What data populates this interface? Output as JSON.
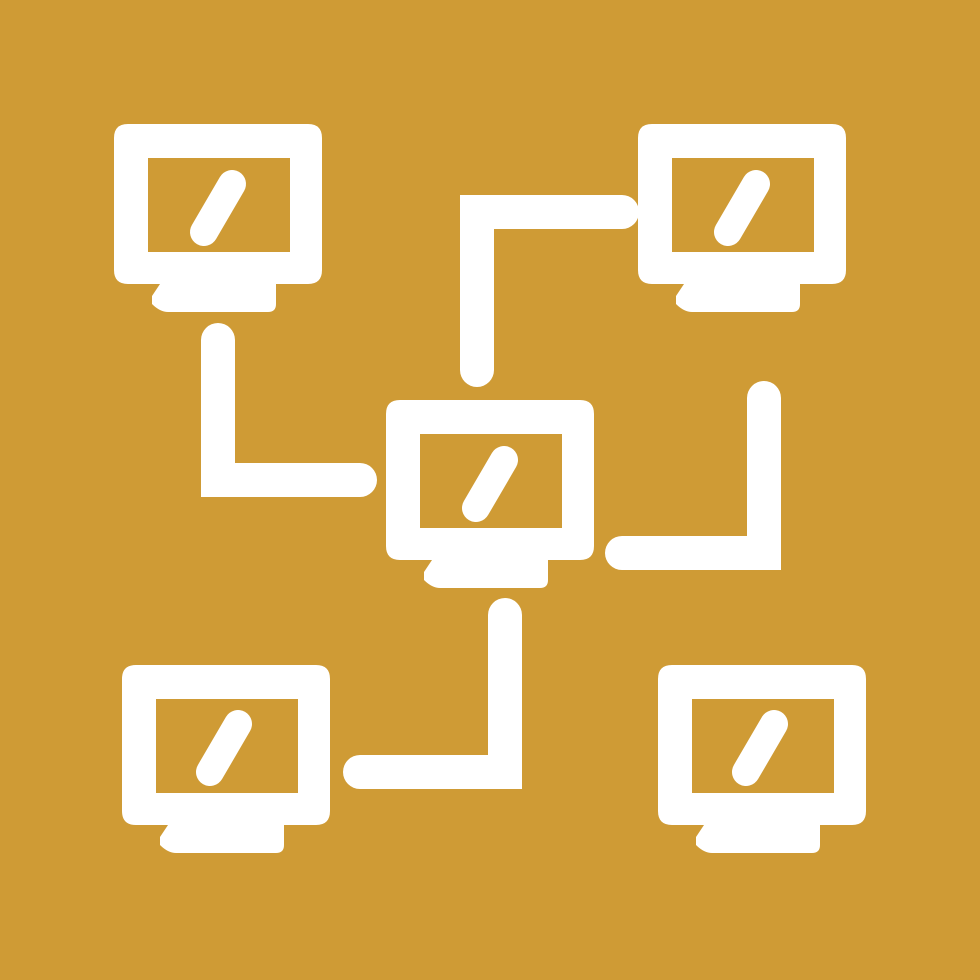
{
  "icon": {
    "name": "computer-network-icon",
    "colors": {
      "background": "#CF9B35",
      "foreground": "#FFFFFF"
    },
    "nodes": [
      {
        "name": "monitor-top-left"
      },
      {
        "name": "monitor-top-right"
      },
      {
        "name": "monitor-center"
      },
      {
        "name": "monitor-bottom-left"
      },
      {
        "name": "monitor-bottom-right"
      }
    ]
  }
}
